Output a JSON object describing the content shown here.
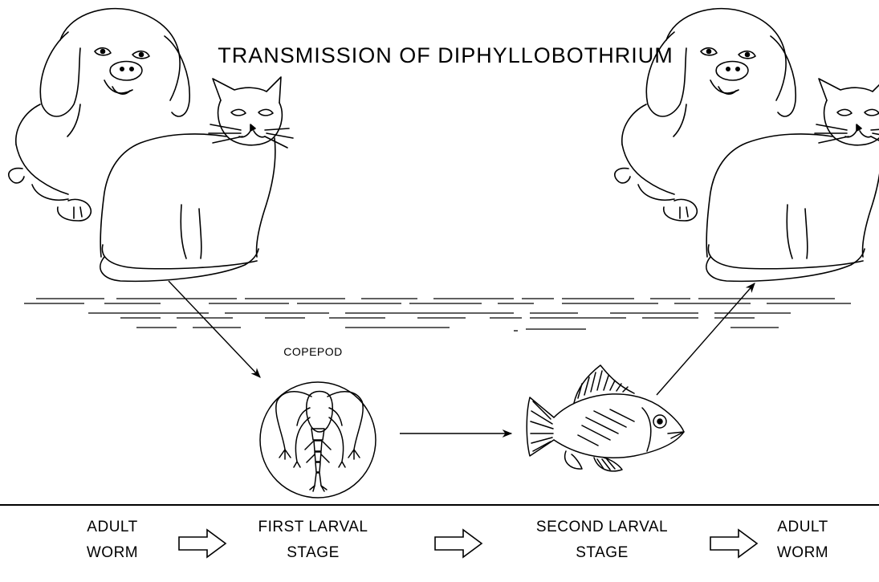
{
  "title": "TRANSMISSION OF DIPHYLLOBOTHRIUM",
  "copepod_label": "COPEPOD",
  "stages": [
    {
      "line1": "ADULT",
      "line2": "WORM"
    },
    {
      "line1": "FIRST LARVAL",
      "line2": "STAGE"
    },
    {
      "line1": "SECOND LARVAL",
      "line2": "STAGE"
    },
    {
      "line1": "ADULT",
      "line2": "WORM"
    }
  ]
}
